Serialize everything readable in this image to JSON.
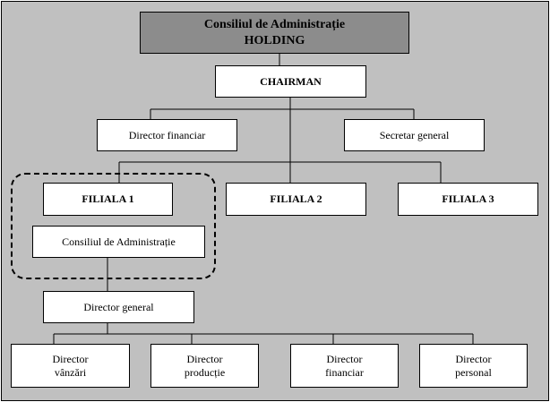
{
  "nodes": {
    "board_holding": {
      "line1": "Consiliul de Administrație",
      "line2": "HOLDING"
    },
    "chairman": "CHAIRMAN",
    "cfo_holding": "Director financiar",
    "secretary": "Secretar general",
    "filiala1": "FILIALA 1",
    "filiala2": "FILIALA 2",
    "filiala3": "FILIALA 3",
    "board_filiala": "Consiliul de Administrație",
    "general_director": "Director general",
    "dir_sales": {
      "line1": "Director",
      "line2": "vânzări"
    },
    "dir_production": {
      "line1": "Director",
      "line2": "producție"
    },
    "dir_financial": {
      "line1": "Director",
      "line2": "financiar"
    },
    "dir_personnel": {
      "line1": "Director",
      "line2": "personal"
    }
  },
  "colors": {
    "background": "#c0c0c0",
    "top_box": "#8c8c8c",
    "box": "#ffffff",
    "line": "#000000"
  }
}
